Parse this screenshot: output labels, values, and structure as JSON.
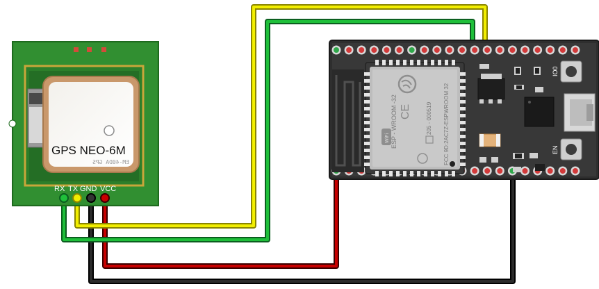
{
  "gps_module": {
    "title": "GPS NEO-6M",
    "mirrored_text": "EM-40DA GPS",
    "pins": [
      "RX",
      "TX",
      "GND",
      "VCC"
    ]
  },
  "esp32": {
    "module_name": "ESP - WROOM -32",
    "fcc_text": "FCC 9D:2AC7Z-ESPWROOM 32",
    "cert_text": "205 - 000519",
    "button_top_label": "IO0",
    "button_bottom_label": "EN",
    "wifi_text": "WiFi"
  },
  "wires": [
    {
      "from": "RX",
      "to": "ESP32 top pin",
      "color": "#22b14c"
    },
    {
      "from": "TX",
      "to": "ESP32 top pin",
      "color": "#f4f000"
    },
    {
      "from": "GND",
      "to": "ESP32 bottom GND pin",
      "color": "#1a1a1a"
    },
    {
      "from": "VCC",
      "to": "ESP32 bottom VIN pin",
      "color": "#c00000"
    }
  ]
}
